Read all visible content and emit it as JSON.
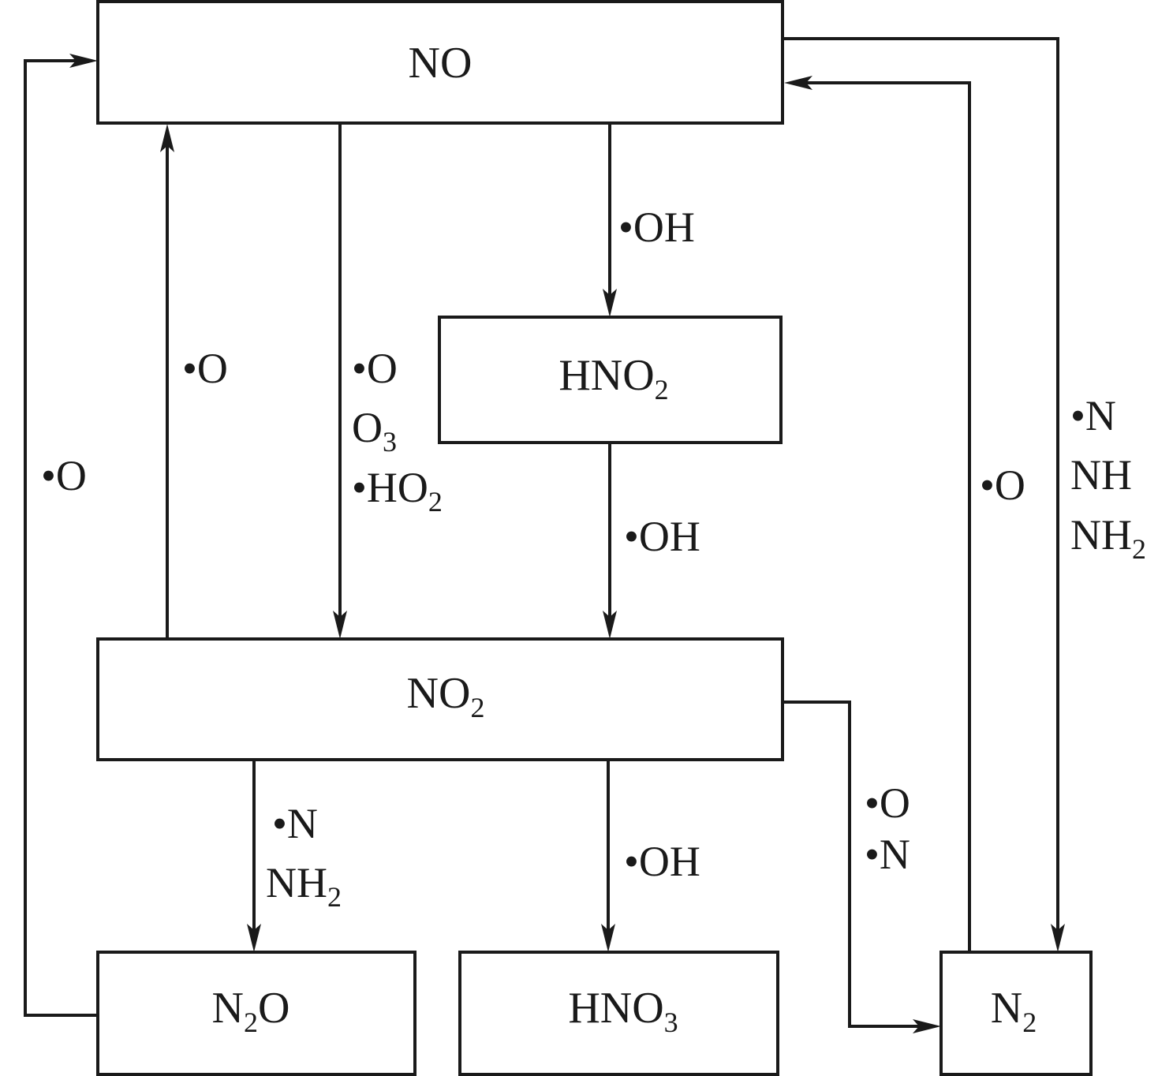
{
  "diagram": {
    "title": "",
    "colors": {
      "stroke": "#1a1a1a",
      "background": "#ffffff"
    },
    "nodes": [
      {
        "id": "NO",
        "label": "NO",
        "sub": "",
        "suffix": ""
      },
      {
        "id": "HNO2",
        "label": "HNO",
        "sub": "2",
        "suffix": ""
      },
      {
        "id": "NO2",
        "label": "NO",
        "sub": "2",
        "suffix": ""
      },
      {
        "id": "N2O",
        "label": "N",
        "sub": "2",
        "suffix": "O"
      },
      {
        "id": "HNO3",
        "label": "HNO",
        "sub": "3",
        "suffix": ""
      },
      {
        "id": "N2",
        "label": "N",
        "sub": "2",
        "suffix": ""
      }
    ],
    "edges": [
      {
        "id": "N2O-to-NO",
        "from": "N2O",
        "to": "NO",
        "reagents": [
          {
            "text": "•O",
            "sub": ""
          }
        ]
      },
      {
        "id": "NO2-to-NO",
        "from": "NO2",
        "to": "NO",
        "reagents": [
          {
            "text": "•O",
            "sub": ""
          }
        ]
      },
      {
        "id": "NO-to-NO2",
        "from": "NO",
        "to": "NO2",
        "reagents": [
          {
            "text": "•O",
            "sub": ""
          },
          {
            "text": "O",
            "sub": "3"
          },
          {
            "text": "•HO",
            "sub": "2"
          }
        ]
      },
      {
        "id": "NO-to-HNO2",
        "from": "NO",
        "to": "HNO2",
        "reagents": [
          {
            "text": "•OH",
            "sub": ""
          }
        ]
      },
      {
        "id": "HNO2-to-NO2",
        "from": "HNO2",
        "to": "NO2",
        "reagents": [
          {
            "text": "•OH",
            "sub": ""
          }
        ]
      },
      {
        "id": "N2-to-NO",
        "from": "N2",
        "to": "NO",
        "reagents": [
          {
            "text": "•O",
            "sub": ""
          }
        ]
      },
      {
        "id": "NO-to-N2",
        "from": "NO",
        "to": "N2",
        "reagents": [
          {
            "text": "•N",
            "sub": ""
          },
          {
            "text": "NH",
            "sub": ""
          },
          {
            "text": "NH",
            "sub": "2"
          }
        ]
      },
      {
        "id": "NO2-to-N2O",
        "from": "NO2",
        "to": "N2O",
        "reagents": [
          {
            "text": "•N",
            "sub": ""
          },
          {
            "text": "NH",
            "sub": "2"
          }
        ]
      },
      {
        "id": "NO2-to-HNO3",
        "from": "NO2",
        "to": "HNO3",
        "reagents": [
          {
            "text": "•OH",
            "sub": ""
          }
        ]
      },
      {
        "id": "NO2-to-N2",
        "from": "NO2",
        "to": "N2",
        "reagents": [
          {
            "text": "•O",
            "sub": ""
          },
          {
            "text": "•N",
            "sub": ""
          }
        ]
      }
    ]
  }
}
